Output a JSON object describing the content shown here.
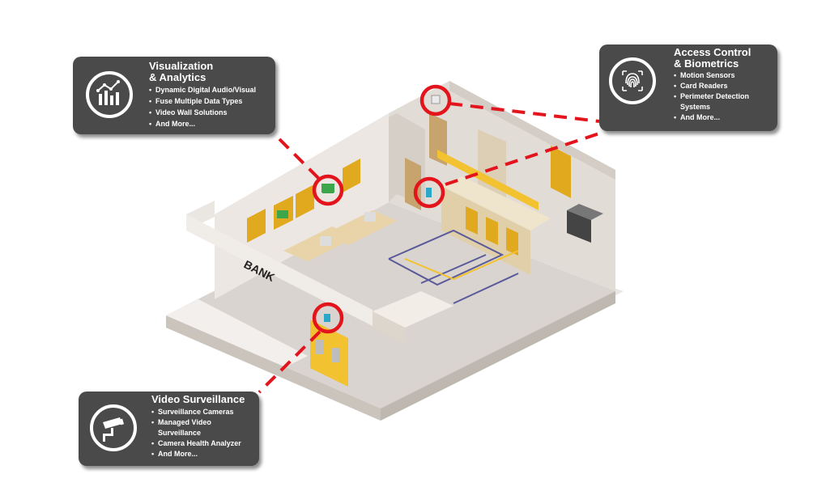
{
  "colors": {
    "callout_bg": "#4a4a4a",
    "marker_red": "#e3141b",
    "accent_yellow": "#f2c230",
    "floor": "#d9d4cf",
    "wall": "#ece7e2"
  },
  "scene": {
    "bank_sign": "BANK",
    "wall_panel_label": "BANK"
  },
  "callouts": {
    "analytics": {
      "icon": "analytics-chart-icon",
      "title_line1": "Visualization",
      "title_line2": "& Analytics",
      "items": [
        "Dynamic Digital Audio/Visual",
        "Fuse Multiple Data Types",
        "Video Wall Solutions",
        "And More..."
      ]
    },
    "access": {
      "icon": "fingerprint-icon",
      "title_line1": "Access Control",
      "title_line2": "& Biometrics",
      "items": [
        "Motion Sensors",
        "Card Readers",
        "Perimeter Detection",
        "Systems",
        "And More..."
      ]
    },
    "video": {
      "icon": "security-camera-icon",
      "title_line1": "Video Surveillance",
      "items": [
        "Surveillance Cameras",
        "Managed Video",
        "Surveillance",
        "Camera Health Analyzer",
        "And More..."
      ]
    }
  }
}
